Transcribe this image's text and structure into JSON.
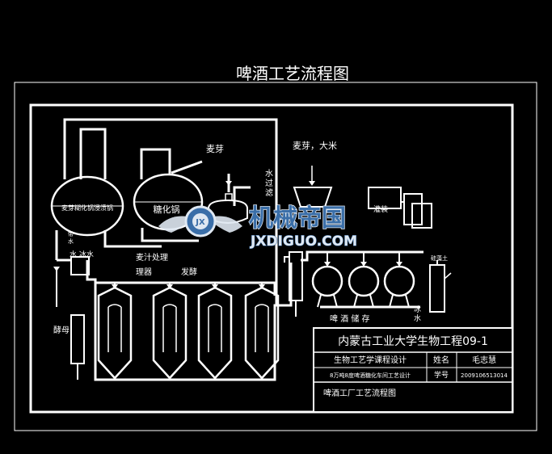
{
  "diagram": {
    "title": "啤酒工艺流程图",
    "labels": {
      "malt_top": "麦芽",
      "malt_rice": "麦芽，大米",
      "water_filter": "水过滤",
      "water_left_v": "带水",
      "ice_water_left": "水 冰水",
      "wort_process": "麦汁处理",
      "wort_process_2": "理器",
      "ferment_top": "发酵",
      "ferment_left": "酵母",
      "beer_storage": "啤 酒 储 存",
      "ice_water_right": "冰 水",
      "tank_left": "麦芽糊化锅浸渍锅",
      "tank_mid": "糖化锅",
      "filling": "灌装",
      "filter_machine": "硅藻土"
    },
    "watermark": {
      "text": "机械帝国",
      "url": "JXDIGUO.COM",
      "badge": "JX"
    },
    "title_block": {
      "school": "内蒙古工业大学生物工程09-1",
      "course": "生物工艺学课程设计",
      "name_label": "姓名",
      "name": "毛志慧",
      "project": "8万吨8度啤酒糖化车间工艺设计",
      "id_label": "学号",
      "id": "2009106513014",
      "drawing": "啤酒工厂工艺流程图"
    }
  },
  "colors": {
    "background": "#000000",
    "line": "#ffffff",
    "watermark_blue": "#3a6ea8",
    "watermark_light": "#dfe8f2"
  }
}
